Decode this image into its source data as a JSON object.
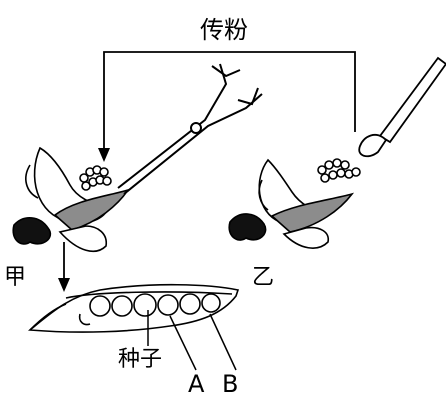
{
  "labels": {
    "pollination": "传粉",
    "flower_a": "甲",
    "flower_b": "乙",
    "seed": "种子",
    "point_a": "A",
    "point_b": "B"
  },
  "colors": {
    "ink": "#000000",
    "paper": "#ffffff",
    "petal_shade": "#8c8c8c",
    "calyx_dark": "#111111"
  },
  "icons": [
    "forceps-icon",
    "brush-icon"
  ]
}
